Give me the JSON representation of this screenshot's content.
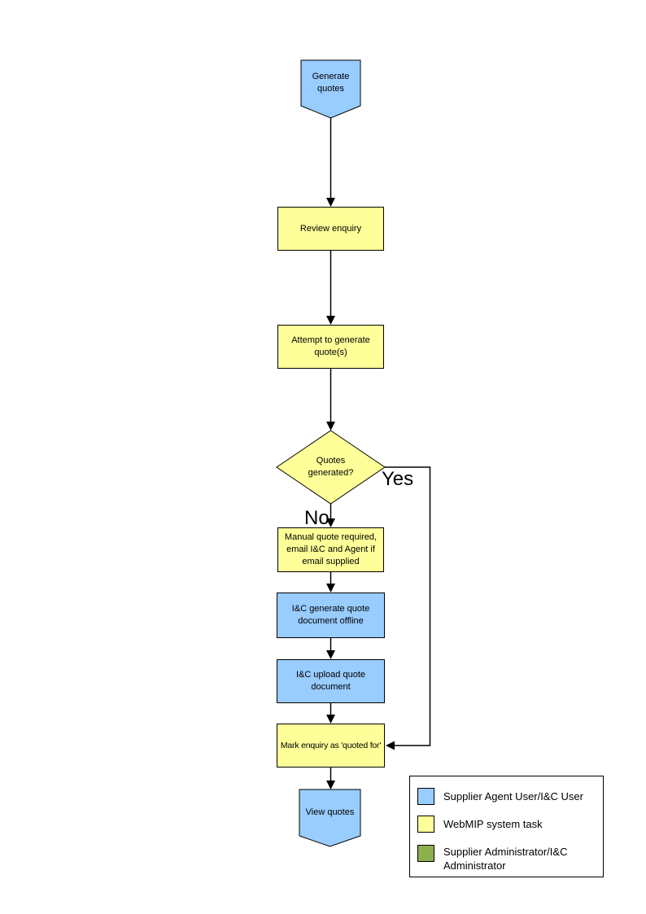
{
  "colors": {
    "actor_blue": "#99CCFF",
    "system_yellow": "#FFFF99",
    "admin_green": "#8DB04E",
    "line_black": "#000000"
  },
  "flowchart": {
    "nodes": {
      "start": {
        "label": "Generate quotes"
      },
      "review": {
        "label": "Review enquiry"
      },
      "attempt": {
        "label": "Attempt to generate quote(s)"
      },
      "decision": {
        "label": "Quotes generated?"
      },
      "manual": {
        "label": "Manual quote required, email I&C and Agent if email supplied"
      },
      "offline": {
        "label": "I&C generate quote document offline"
      },
      "upload": {
        "label": "I&C upload quote document"
      },
      "mark": {
        "label": "Mark enquiry as 'quoted for'"
      },
      "end": {
        "label": "View quotes"
      }
    },
    "edge_labels": {
      "yes": "Yes",
      "no": "No"
    }
  },
  "legend": {
    "items": [
      {
        "label": "Supplier Agent User/I&C User",
        "color": "#99CCFF"
      },
      {
        "label": "WebMIP system task",
        "color": "#FFFF99"
      },
      {
        "label": "Supplier Administrator/I&C Administrator",
        "color": "#8DB04E"
      }
    ]
  }
}
